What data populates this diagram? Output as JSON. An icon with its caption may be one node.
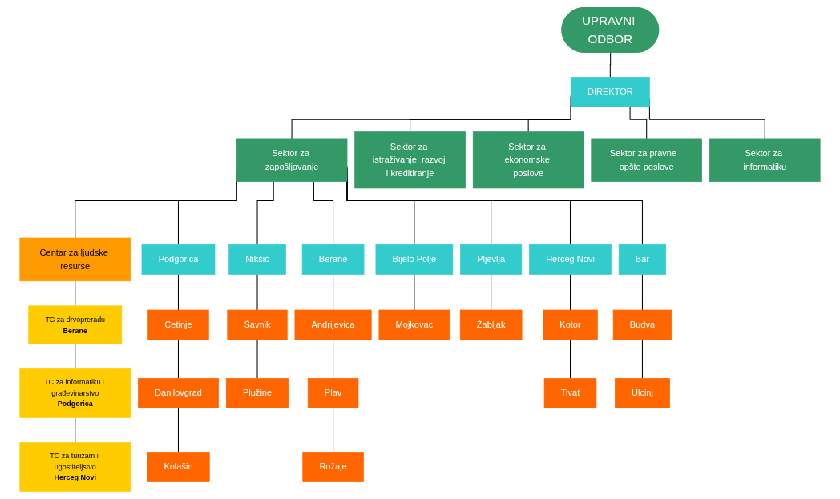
{
  "diagram": {
    "nodes": [
      {
        "text": [
          "UPRAVNI ODBOR"
        ]
      },
      {
        "text": [
          "DIREKTOR"
        ]
      },
      {
        "text": [
          "Sektor za zapošljavanje"
        ]
      },
      {
        "text": [
          "Sektor za istraživanje, razvoj i kreditiranje"
        ]
      },
      {
        "text": [
          "Sektor za ekonomske poslove"
        ]
      },
      {
        "text": [
          "Sektor za pravne i opšte poslove"
        ]
      },
      {
        "text": [
          "Sektor za informatiku"
        ]
      },
      {
        "text": [
          "Centar za ljudske resurse"
        ]
      },
      {
        "text": [
          "TC za drvopreradu",
          "Berane"
        ]
      },
      {
        "text": [
          "TC za informatiku i građevinarstvo",
          "Podgorica"
        ]
      },
      {
        "text": [
          "TC za turizam i ugostiteljstvo",
          "Herceg Novi"
        ]
      },
      {
        "text": [
          "Podgorica"
        ]
      },
      {
        "text": [
          "Nikšić"
        ]
      },
      {
        "text": [
          "Berane"
        ]
      },
      {
        "text": [
          "Bijelo Polje"
        ]
      },
      {
        "text": [
          "Pljevlja"
        ]
      },
      {
        "text": [
          "Herceg Novi"
        ]
      },
      {
        "text": [
          "Bar"
        ]
      },
      {
        "text": [
          "Cetinje"
        ]
      },
      {
        "text": [
          "Danilovgrad"
        ]
      },
      {
        "text": [
          "Kolašin"
        ]
      },
      {
        "text": [
          "Šavnik"
        ]
      },
      {
        "text": [
          "Plužine"
        ]
      },
      {
        "text": [
          "Andrijevica"
        ]
      },
      {
        "text": [
          "Plav"
        ]
      },
      {
        "text": [
          "Rožaje"
        ]
      },
      {
        "text": [
          "Mojkovac"
        ]
      },
      {
        "text": [
          "Žabljak"
        ]
      },
      {
        "text": [
          "Kotor"
        ]
      },
      {
        "text": [
          "Tivat"
        ]
      },
      {
        "text": [
          "Budva"
        ]
      },
      {
        "text": [
          "Ulcinj"
        ]
      }
    ],
    "edges": [
      {
        "from": 0,
        "to": 1,
        "arrow": "none"
      },
      {
        "from": 1,
        "to": 2,
        "arrow": "none"
      },
      {
        "from": 1,
        "to": 3,
        "arrow": "none"
      },
      {
        "from": 1,
        "to": 4,
        "arrow": "none"
      },
      {
        "from": 1,
        "to": 5,
        "arrow": "none"
      },
      {
        "from": 1,
        "to": 6,
        "arrow": "none"
      },
      {
        "from": 2,
        "to": 7,
        "arrow": "none"
      },
      {
        "from": 2,
        "to": 11,
        "arrow": "none"
      },
      {
        "from": 2,
        "to": 12,
        "arrow": "none"
      },
      {
        "from": 2,
        "to": 13,
        "arrow": "none"
      },
      {
        "from": 2,
        "to": 14,
        "arrow": "none"
      },
      {
        "from": 2,
        "to": 15,
        "arrow": "none"
      },
      {
        "from": 2,
        "to": 16,
        "arrow": "none"
      },
      {
        "from": 2,
        "to": 17,
        "arrow": "none"
      },
      {
        "from": 7,
        "to": 8,
        "arrow": "none"
      },
      {
        "from": 8,
        "to": 9,
        "arrow": "none"
      },
      {
        "from": 9,
        "to": 10,
        "arrow": "none"
      },
      {
        "from": 11,
        "to": 18,
        "arrow": "none"
      },
      {
        "from": 18,
        "to": 19,
        "arrow": "none"
      },
      {
        "from": 19,
        "to": 20,
        "arrow": "none"
      },
      {
        "from": 12,
        "to": 21,
        "arrow": "none"
      },
      {
        "from": 21,
        "to": 22,
        "arrow": "none"
      },
      {
        "from": 13,
        "to": 23,
        "arrow": "none"
      },
      {
        "from": 23,
        "to": 24,
        "arrow": "none"
      },
      {
        "from": 24,
        "to": 25,
        "arrow": "none"
      },
      {
        "from": 14,
        "to": 26,
        "arrow": "none"
      },
      {
        "from": 15,
        "to": 27,
        "arrow": "none"
      },
      {
        "from": 16,
        "to": 28,
        "arrow": "none"
      },
      {
        "from": 28,
        "to": 29,
        "arrow": "none"
      },
      {
        "from": 17,
        "to": 30,
        "arrow": "none"
      },
      {
        "from": 30,
        "to": 31,
        "arrow": "none"
      }
    ]
  }
}
